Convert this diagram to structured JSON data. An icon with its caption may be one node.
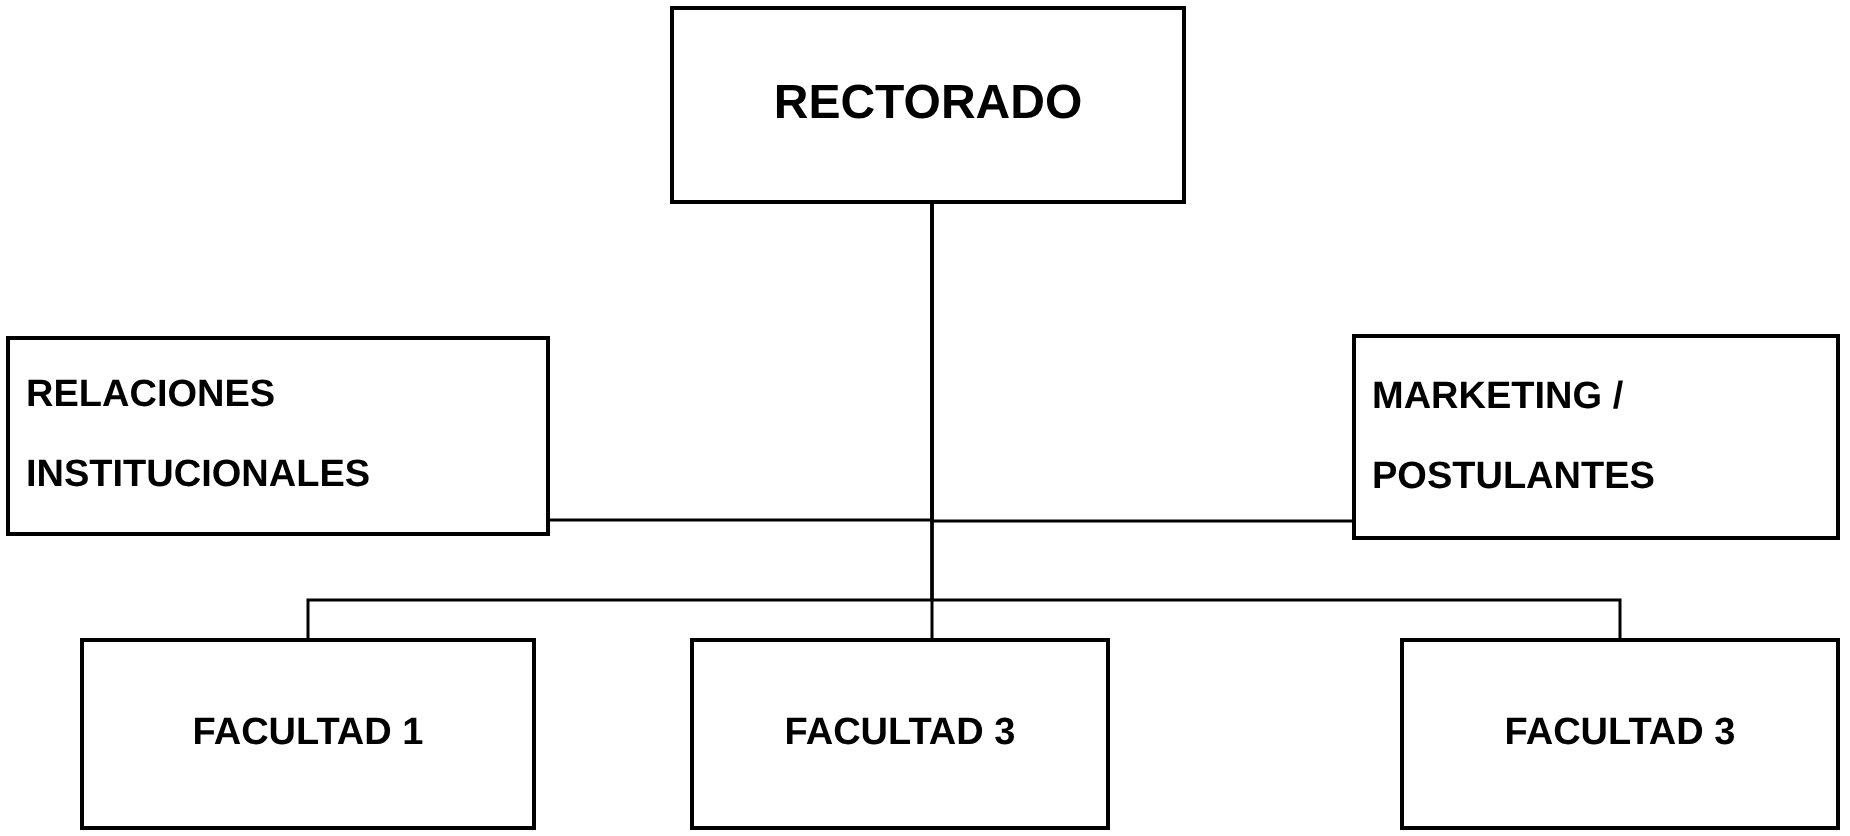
{
  "diagram": {
    "nodes": [
      {
        "text": [
          "RECTORADO"
        ]
      },
      {
        "text": [
          "RELACIONES INSTITUCIONALES"
        ]
      },
      {
        "text": [
          "MARKETING / POSTULANTES"
        ]
      },
      {
        "text": [
          "FACULTAD 1"
        ]
      },
      {
        "text": [
          "FACULTAD 3"
        ]
      },
      {
        "text": [
          "FACULTAD 3"
        ]
      }
    ],
    "edges": [
      {
        "from": 0,
        "to": 1,
        "arrow": "none"
      },
      {
        "from": 0,
        "to": 2,
        "arrow": "none"
      },
      {
        "from": 0,
        "to": 3,
        "arrow": "none"
      },
      {
        "from": 0,
        "to": 4,
        "arrow": "none"
      },
      {
        "from": 0,
        "to": 5,
        "arrow": "none"
      }
    ]
  }
}
